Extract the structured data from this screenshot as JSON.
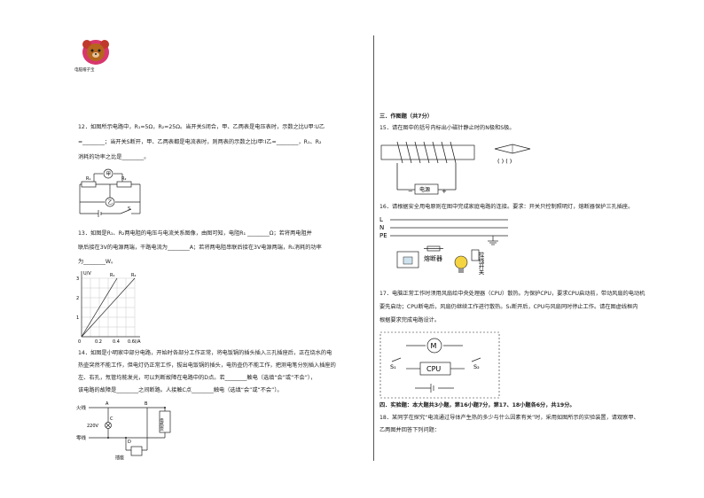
{
  "header": {
    "logo_caption": "电脑帽子宝"
  },
  "left": {
    "q12": [
      "12．如图所示电路中，R₁=5Ω，R₂=25Ω。当开关S闭合，甲、乙两表是电压表时，示数之比U甲∶U乙",
      "=________；当开关S断开，甲、乙两表都是电流表时，则两表的示数之比I甲∶I乙=________，R₁、R₂",
      "消耗的功率之比是________。"
    ],
    "q12_fig": {
      "m1": "甲",
      "m2": "乙",
      "r1": "R₁",
      "r2": "R₂",
      "s": "S"
    },
    "q13": [
      "13．如图是R₁、R₂两电阻的电压与电流关系图像，由图可知，电阻R₁ ________Ω；若将两电阻并",
      "联后接在3V的电源两端，干路电流为________A；若将两电阻串联后接在3V电源两端，R₁消耗的功率",
      "为________W。"
    ],
    "q13_chart": {
      "ylabel": "U/V",
      "xlabel": "I/A",
      "x_ticks": [
        "0",
        "0.2",
        "0.4",
        "0.6"
      ],
      "y_ticks": [
        "1",
        "2",
        "3"
      ],
      "series_labels": [
        "R₁",
        "R₂"
      ]
    },
    "q14": [
      "14．如图是小明家中部分电路，开始时各部分工作正常，将电饭锅的插头插入三孔插座后，正在烧水的电",
      "热壶突然不能工作，但电灯仍正常工作，拔出电饭锅的插头，电热壶仍不能工作，把测电笔分别插入插座的",
      "左、右孔，氖管均能发光，可以判断故障在电路中的D点。若________触电（选填“会”或“不会”），",
      "该电路的故障是________之间断路。人接触C点________触电（选填“会”或“不会”）。"
    ],
    "q14_fig": {
      "live": "火线",
      "neutral": "零线",
      "voltage": "220V",
      "a": "A",
      "b": "B",
      "c": "C",
      "d": "D",
      "kettle": "电热壶",
      "socket": "插座"
    }
  },
  "right": {
    "section3": "三．作图题（共7分）",
    "q15": "15．请在图中的括号内标出小磁针静止时的N极和S极。",
    "q15_fig": {
      "label": "电源",
      "minus": "−",
      "plus": "+",
      "brackets": "(   ) (   )"
    },
    "q16": "16．请根据安全用电原则在图中完成家庭电路的连接。要求：开关只控制照明灯，熔断器保护三孔插座。",
    "q16_fig": {
      "l": "L",
      "n": "N",
      "pe": "PE",
      "fuse": "熔断器",
      "pull_switch": "拉线开关"
    },
    "q17": [
      "17．电脑正常工作时须用风扇给中央处理器（CPU）散热。为保护CPU，要求CPU启动前，带动风扇的电动机",
      "要先启动；CPU断电后，风扇仍继续工作进行散热。S₁断开后，CPU与风扇同时停止工作。请在图虚线框内",
      "根据要求完成电路设计。"
    ],
    "q17_fig": {
      "m": "M",
      "cpu": "CPU",
      "s1": "S₁",
      "s2": "S₂"
    },
    "section4": "四．实验题：本大题共3小题，第16小题7分，第17、18小题各6分，共19分。",
    "q18": [
      "18．某同学在探究“电流通过导体产生热的多少与什么因素有关”时，采用如图所示的实验装置，请观察甲、",
      "乙两图并回答下列问题："
    ]
  }
}
